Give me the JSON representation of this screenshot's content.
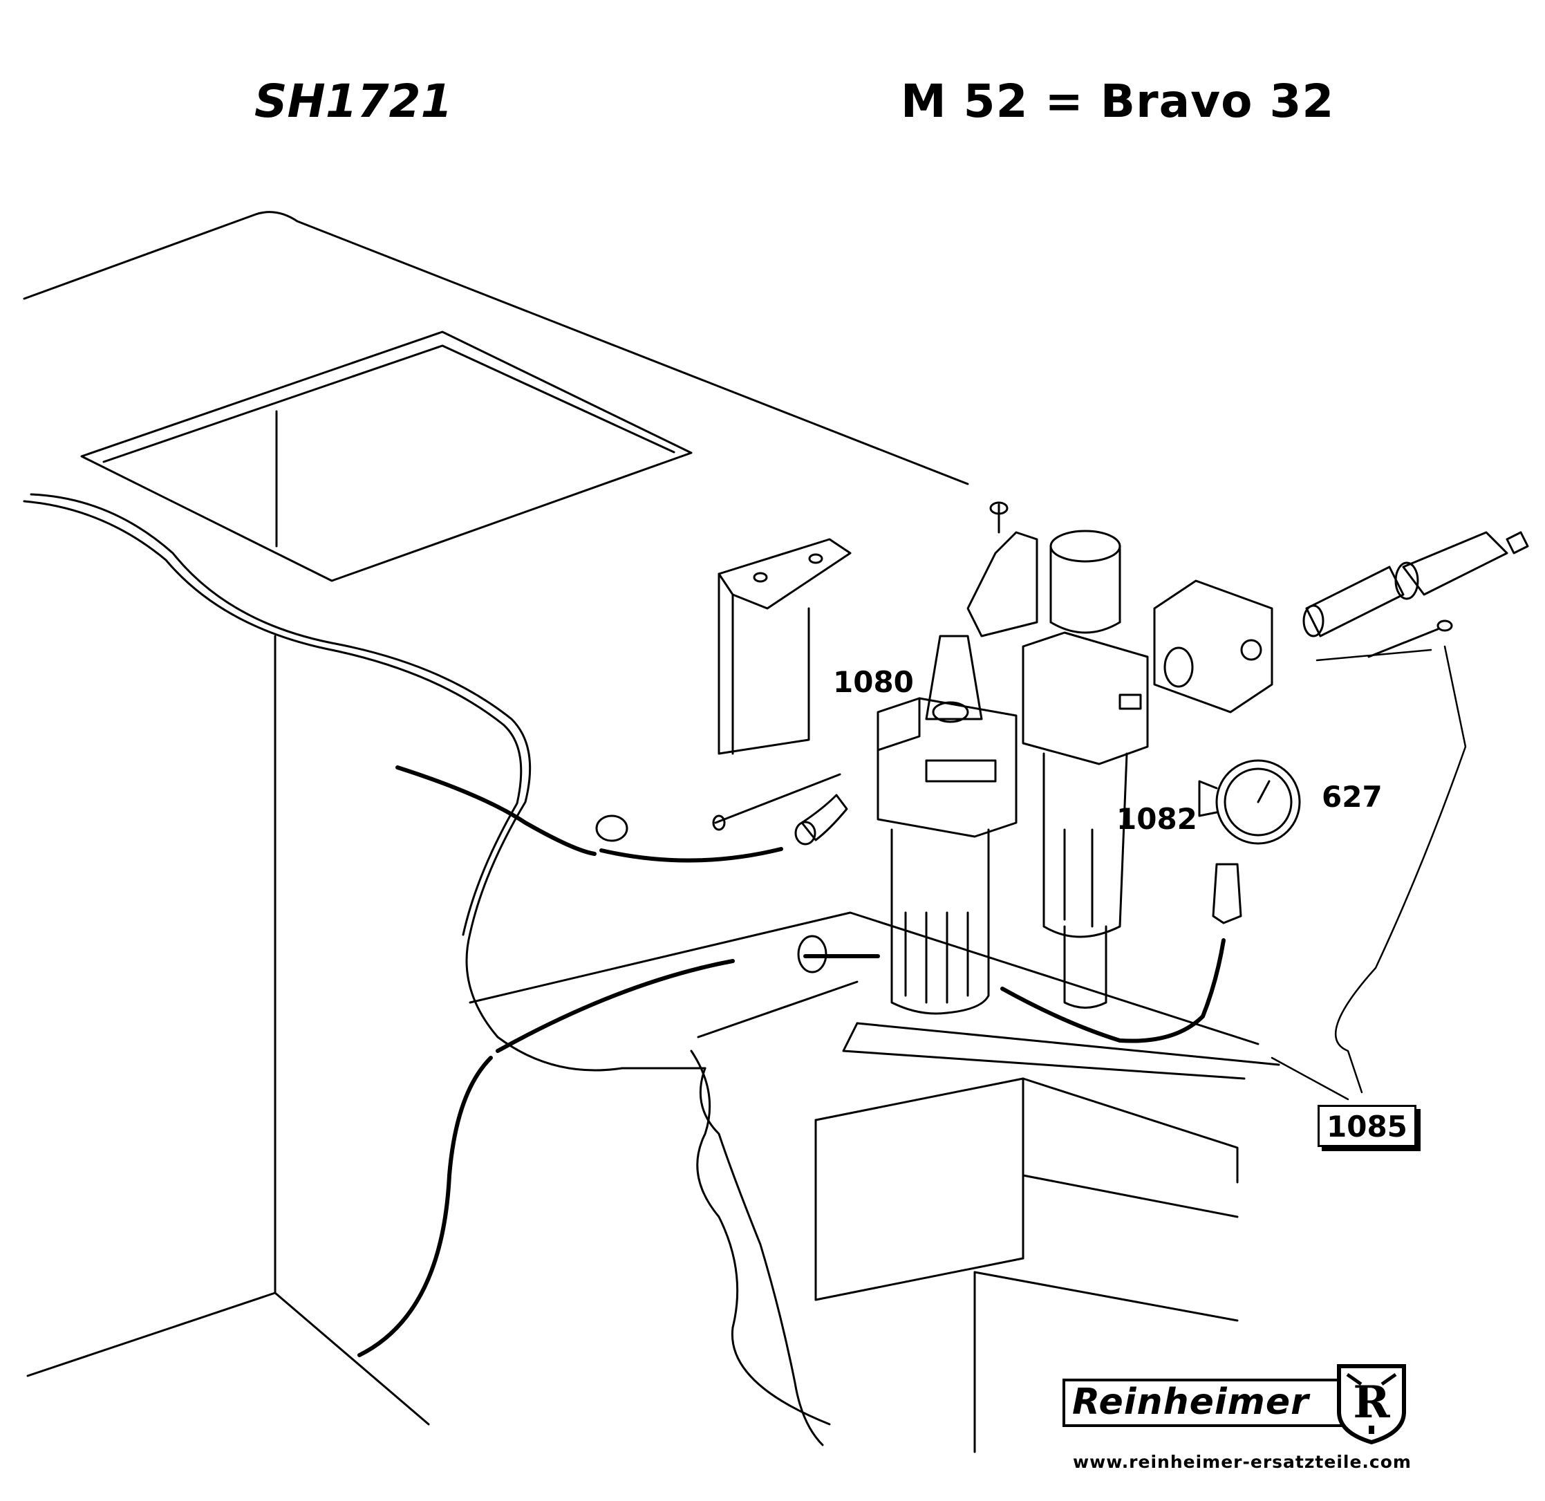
{
  "header": {
    "code": "SH1721",
    "title": "M 52 = Bravo 32"
  },
  "parts": {
    "p1080": "1080",
    "p1082": "1082",
    "p627": "627",
    "p1085": "1085"
  },
  "brand": {
    "name": "Reinheimer",
    "shield_letter": "R",
    "website": "www.reinheimer-ersatzteile.com"
  }
}
